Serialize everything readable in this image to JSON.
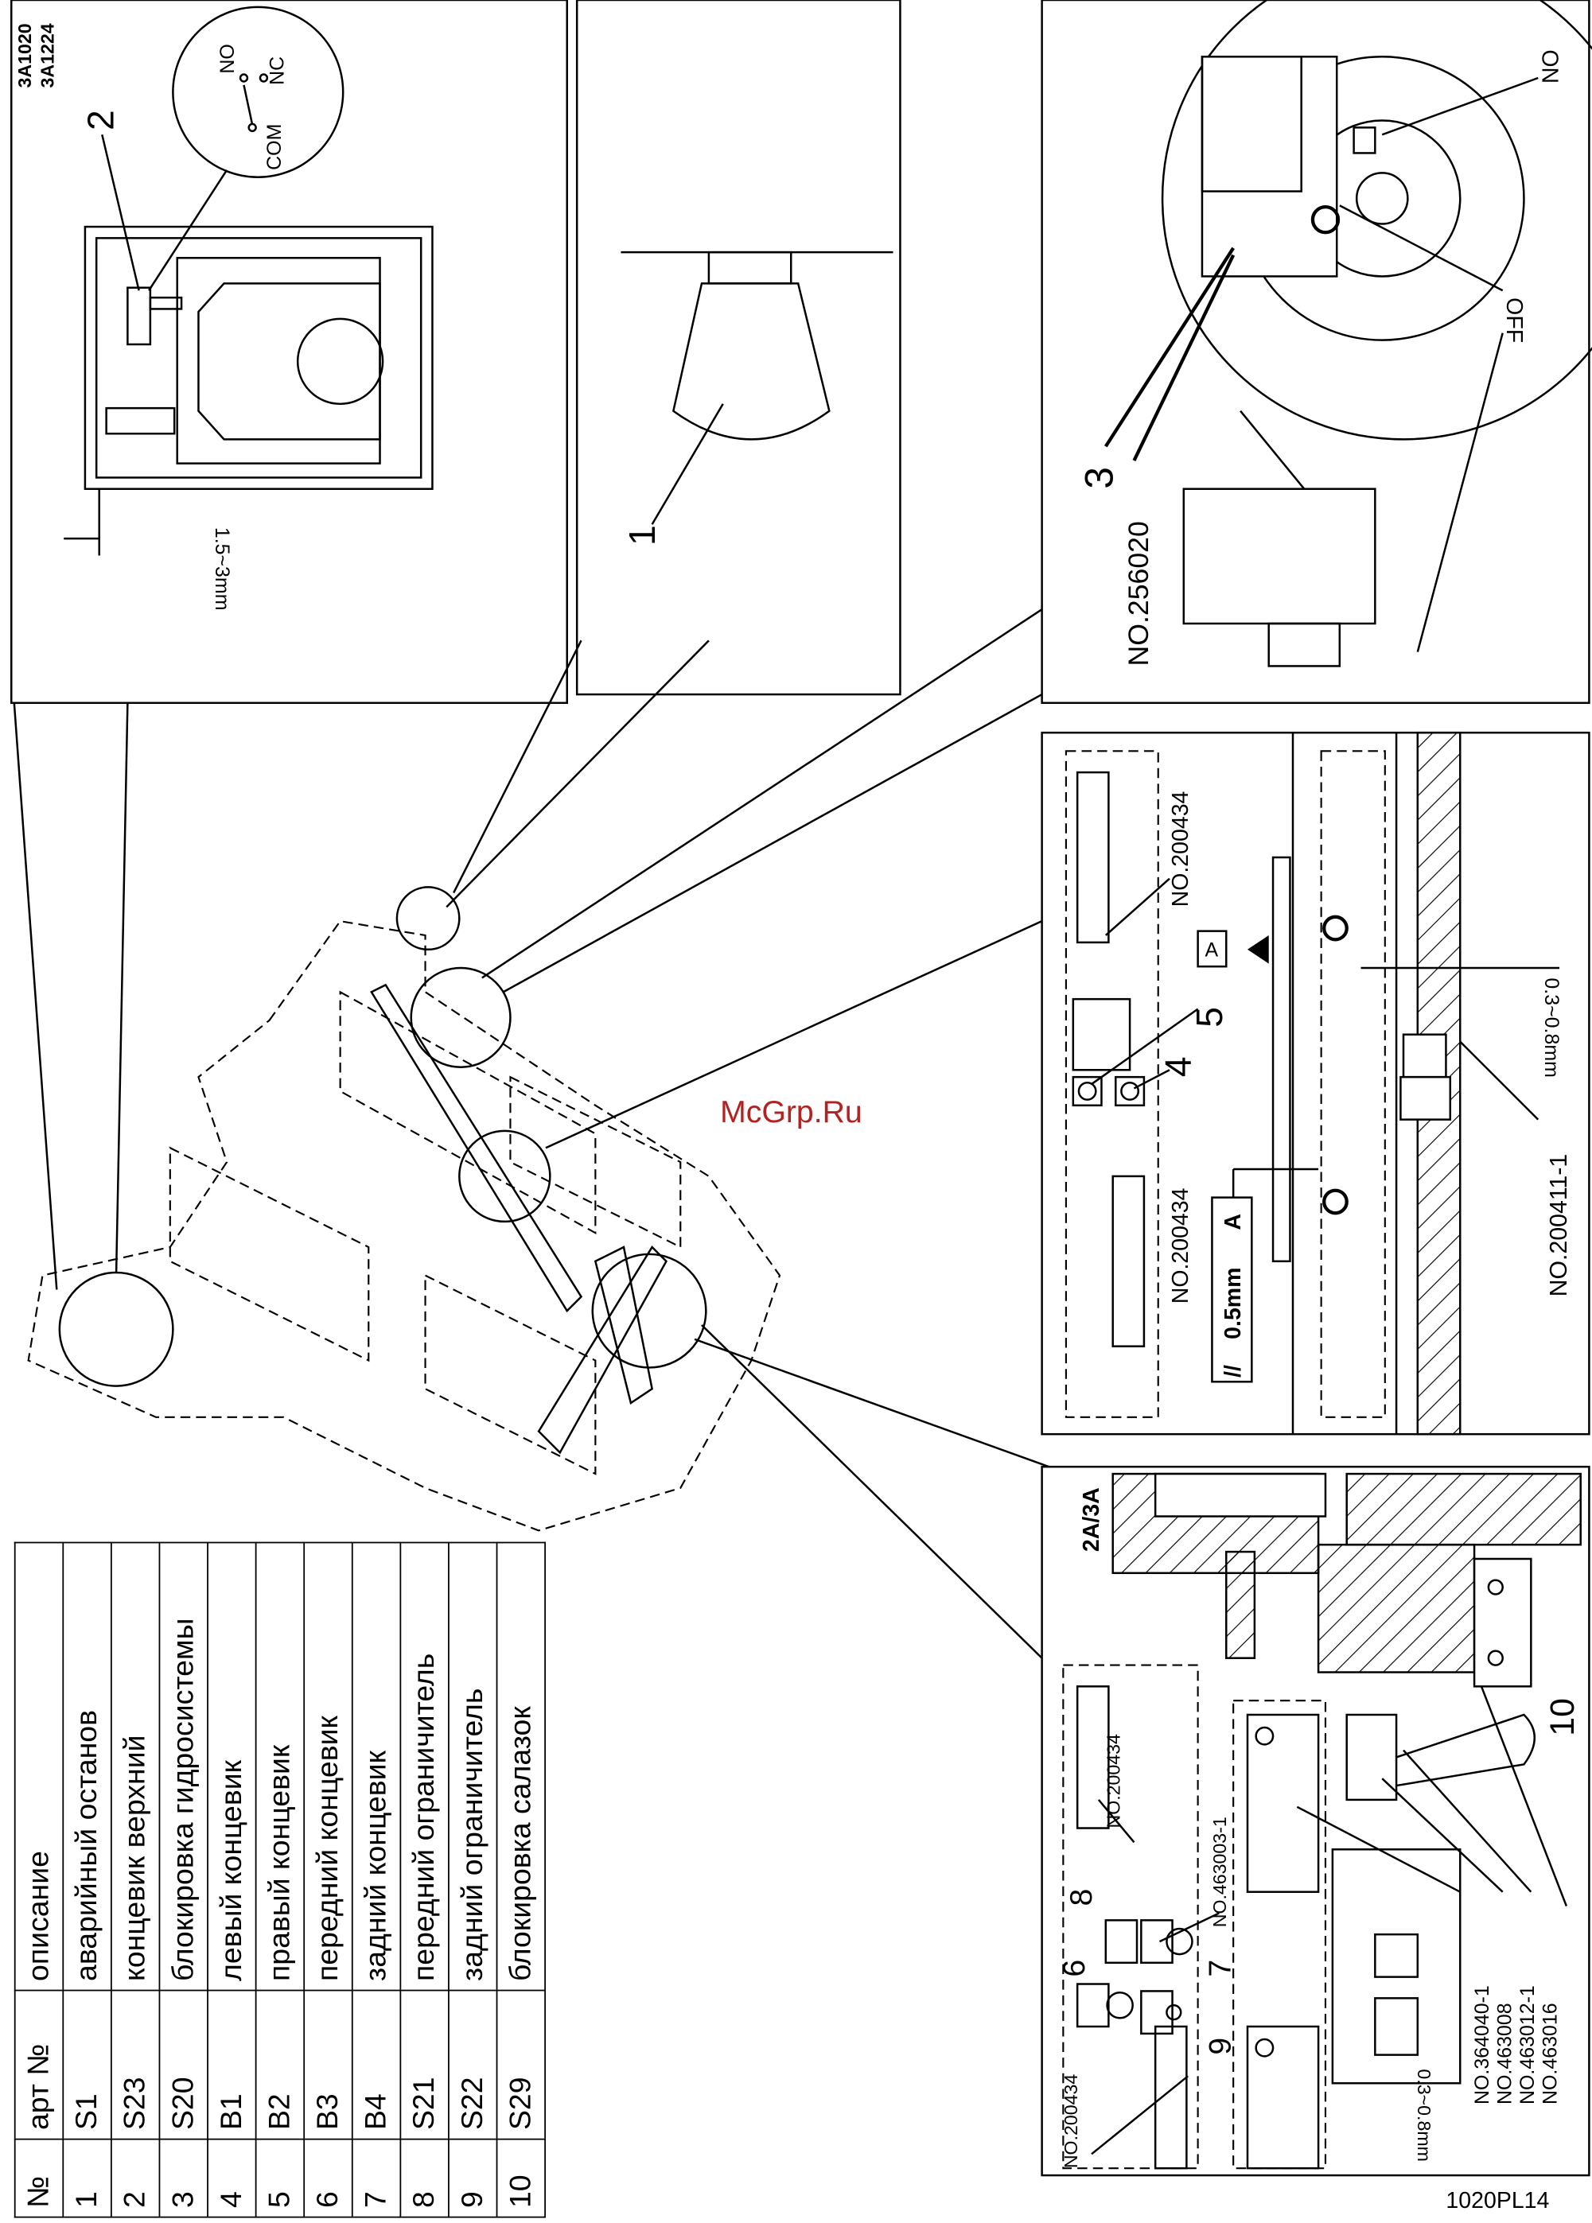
{
  "panel_switch": {
    "models": [
      "3A1020",
      "3A1224"
    ],
    "callout": "2",
    "contacts": {
      "no": "NO",
      "nc": "NC",
      "com": "COM"
    },
    "dimension": "1.5~3mm"
  },
  "panel_lamp": {
    "callout": "1"
  },
  "panel_cam": {
    "callout": "3",
    "part": "NO.256020",
    "on": "ON",
    "off": "OFF"
  },
  "panel_guide": {
    "part_top": "NO.200434",
    "datum": "A",
    "callout_5": "5",
    "callout_4": "4",
    "part_mid": "NO.200434",
    "tolerance_value": "0.5mm",
    "tolerance_datum": "A",
    "tolerance_symbol": "//",
    "gap": "0.3~0.8mm",
    "part_bottom": "NO.200411-1"
  },
  "panel_slide": {
    "section": "2A/3A",
    "part_a": "NO.200434",
    "part_b": "NO.463003-1",
    "part_c": "NO.200434",
    "callouts": [
      "6",
      "8",
      "7",
      "9",
      "10"
    ],
    "gap": "0.3~0.8mm",
    "parts_list": [
      "NO.364040-1",
      "NO.463008",
      "NO.463012-1",
      "NO.463016"
    ]
  },
  "drawing_number": "1020PL14",
  "watermark": "McGrp.Ru",
  "watermark_color": "#b22222",
  "table": {
    "headers": [
      "№",
      "арт №",
      "описание"
    ],
    "rows": [
      [
        "1",
        "S1",
        "аварийный останов"
      ],
      [
        "2",
        "S23",
        "концевик верхний"
      ],
      [
        "3",
        "S20",
        "блокировка гидросистемы"
      ],
      [
        "4",
        "B1",
        "левый концевик"
      ],
      [
        "5",
        "B2",
        "правый концевик"
      ],
      [
        "6",
        "B3",
        "передний концевик"
      ],
      [
        "7",
        "B4",
        "задний концевик"
      ],
      [
        "8",
        "S21",
        "передний ограничитель"
      ],
      [
        "9",
        "S22",
        "задний ограничитель"
      ],
      [
        "10",
        "S29",
        "блокировка салазок"
      ]
    ]
  }
}
